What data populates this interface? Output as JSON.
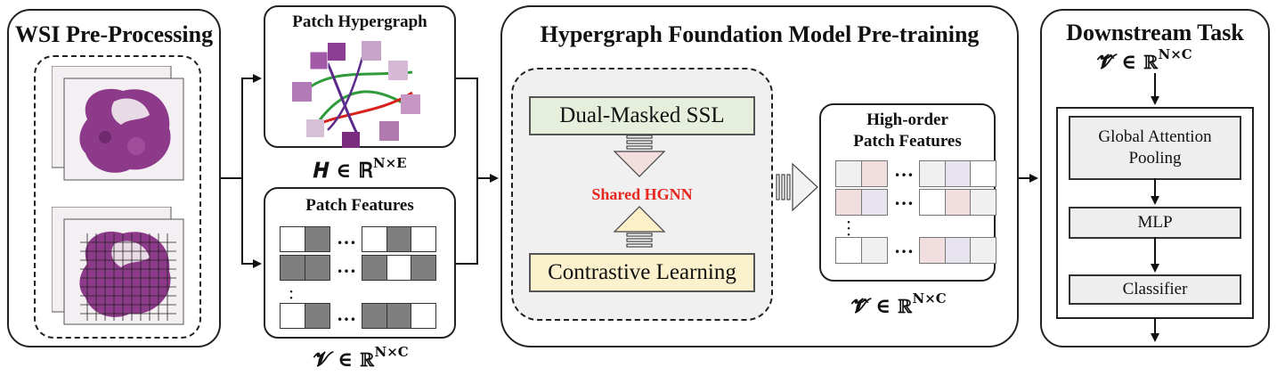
{
  "wsi_panel": {
    "title": "WSI Pre-Processing"
  },
  "hypergraph_box": {
    "title": "Patch Hypergraph",
    "formula_base": "𝑯 ∈ ℝ",
    "formula_sup": "N×E"
  },
  "features_box": {
    "title": "Patch Features",
    "ellipsis": "…",
    "formula_base": "𝓥 ∈ ℝ",
    "formula_sup": "N×C"
  },
  "pretrain_panel": {
    "title": "Hypergraph Foundation Model Pre-training",
    "dual_masked_label": "Dual-Masked SSL",
    "shared_label": "Shared HGNN",
    "contrastive_label": "Contrastive Learning",
    "shared_color": "#e8261f"
  },
  "highorder_box": {
    "title_line1": "High-order",
    "title_line2": "Patch Features",
    "ellipsis": "…",
    "formula_base": "𝓥̂ ∈ ℝ",
    "formula_sup": "N×C"
  },
  "downstream_panel": {
    "title": "Downstream Task",
    "formula_base": "𝓥̂ ∈ ℝ",
    "formula_sup": "N×C",
    "steps": [
      "Global Attention Pooling",
      "MLP",
      "Classifier"
    ]
  },
  "colors": {
    "tissue": "#8e3a8a",
    "tissue_light": "#c08ac0",
    "dark_cell": "#7f7f7f",
    "dual_fill": "#e6eedc",
    "contrast_fill": "#fbf1cc",
    "pink_cell": "#f1dede",
    "lavender_cell": "#e8e4ef",
    "edge_green": "#2e9a3a",
    "edge_red": "#d8201c",
    "edge_purple": "#5b2a8a"
  },
  "icons": [
    "tissue-slide-icon",
    "tissue-grid-slide-icon",
    "patch-thumbnail-icon",
    "hatched-arrow-icon"
  ]
}
